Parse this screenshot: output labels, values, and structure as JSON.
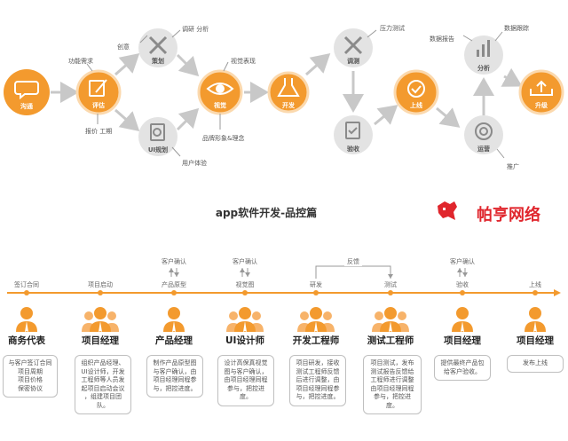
{
  "top_flow": {
    "nodes": {
      "communicate": "沟通",
      "evaluate": "评估",
      "plan": "策划",
      "ui_plan": "UI规划",
      "visual": "视觉",
      "develop": "开发",
      "debug": "调测",
      "accept": "验收",
      "launch": "上线",
      "operate": "运营",
      "analyze": "分析",
      "upgrade": "升级"
    },
    "annotations": {
      "function_requirement": "功能需求",
      "quote_period": "报价  工期",
      "creative": "创意",
      "research_analysis": "调研  分析",
      "user_experience": "用户体验",
      "visual_expression": "视觉表现",
      "brand_image": "品牌形象&理念",
      "stress_test": "压力测试",
      "data_report": "数据报告",
      "data_tracking": "数据跟踪",
      "promotion": "推广"
    }
  },
  "title": "app软件开发-品控篇",
  "brand": {
    "name": "帕亨网络",
    "color": "#e0262d"
  },
  "colors": {
    "orange": "#f39a2e",
    "gray_circle": "#e3e3e3",
    "arrow": "#c8c8c8"
  },
  "timeline": {
    "stages": [
      "签订合同",
      "项目启动",
      "产品原型",
      "视觉图",
      "研发",
      "测试",
      "验收",
      "上线"
    ],
    "confirmations": [
      "客户确认",
      "客户确认",
      "客户确认"
    ],
    "feedback": "反馈"
  },
  "roles": [
    {
      "name": "商务代表",
      "desc": "与客户签订合同\n项目周期\n项目价格\n保密协议"
    },
    {
      "name": "项目经理",
      "desc": "组织产品经理、\nUI设计师，开发\n工程师等人员发\n起项目启动会议\n，组建项目团队。"
    },
    {
      "name": "产品经理",
      "desc": "制作产品原型图\n与客户确认，由\n项目经理同程参\n与，把控进度。"
    },
    {
      "name": "UI设计师",
      "desc": "设计高保真视觉\n图与客户确认，\n由项目经理同程\n参与，把控进度。"
    },
    {
      "name": "开发工程师",
      "desc": "项目研发，接收\n测试工程师反馈\n后进行调整，由\n项目经理同程参\n与，把控进度。"
    },
    {
      "name": "测试工程师",
      "desc": "项目测试，发布\n测试报告反馈给\n工程师进行调整\n由项目经理同程\n参与，把控进度。"
    },
    {
      "name": "项目经理",
      "desc": "提供最终产品包\n给客户验收。"
    },
    {
      "name": "项目经理",
      "desc": "发布上线"
    }
  ]
}
